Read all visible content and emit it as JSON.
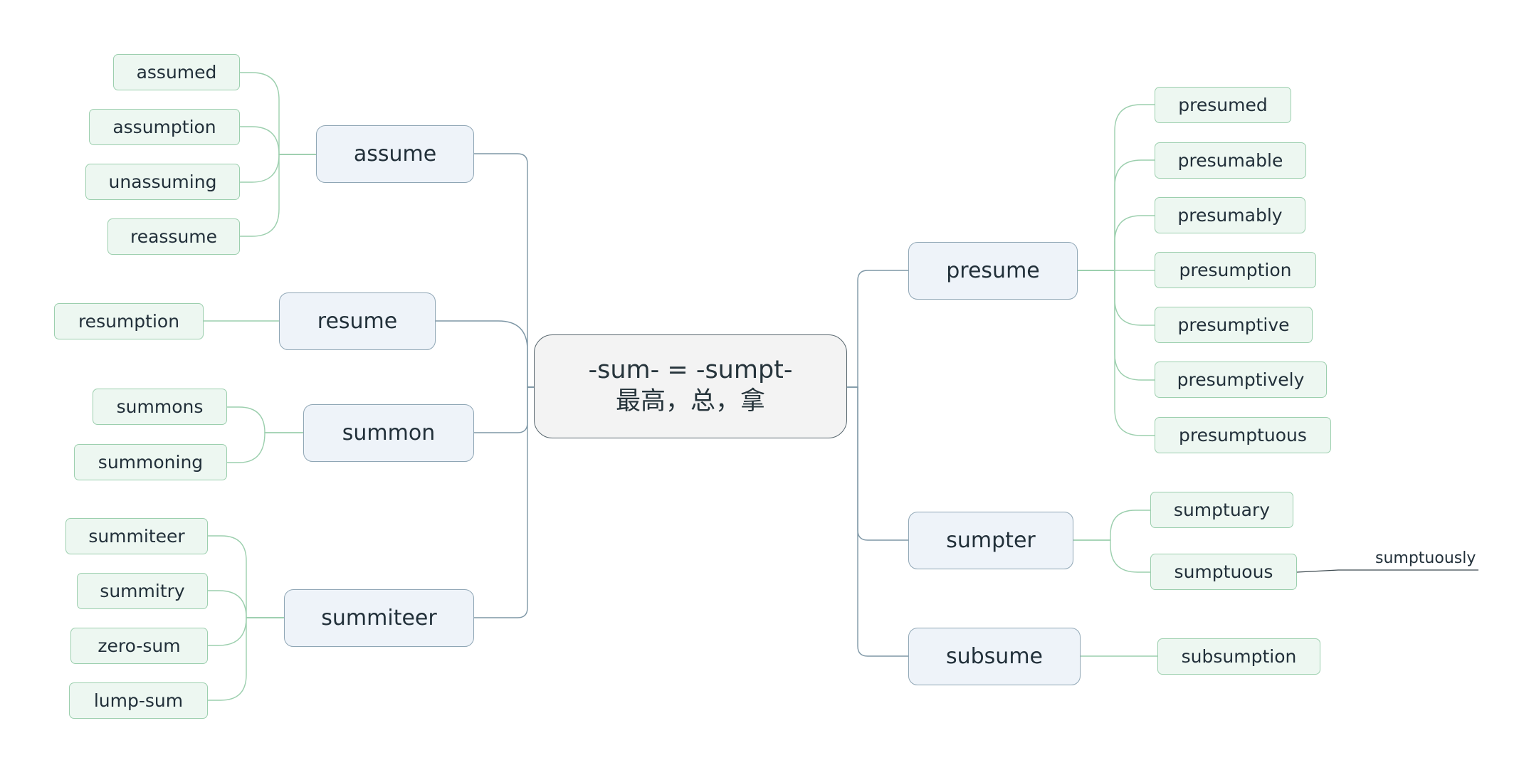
{
  "center": {
    "line1": "-sum- = -sumpt-",
    "line2": "最高，总，拿"
  },
  "left": [
    {
      "word": "assume",
      "children": [
        "assumed",
        "assumption",
        "unassuming",
        "reassume"
      ]
    },
    {
      "word": "resume",
      "children": [
        "resumption"
      ]
    },
    {
      "word": "summon",
      "children": [
        "summons",
        "summoning"
      ]
    },
    {
      "word": "summiteer",
      "children": [
        "summiteer",
        "summitry",
        "zero-sum",
        "lump-sum"
      ]
    }
  ],
  "right": [
    {
      "word": "presume",
      "children": [
        "presumed",
        "presumable",
        "presumably",
        "presumption",
        "presumptive",
        "presumptively",
        "presumptuous"
      ]
    },
    {
      "word": "sumpter",
      "children": [
        "sumptuary",
        "sumptuous"
      ]
    },
    {
      "word": "subsume",
      "children": [
        "subsumption"
      ]
    }
  ],
  "floating": {
    "word": "sumptuously"
  },
  "colors": {
    "center_fill": "#f3f3f3",
    "center_border": "#56656d",
    "main_fill": "#eef3f9",
    "main_border": "#8fa6b5",
    "sub_fill": "#edf7f1",
    "sub_border": "#9ccfae"
  }
}
